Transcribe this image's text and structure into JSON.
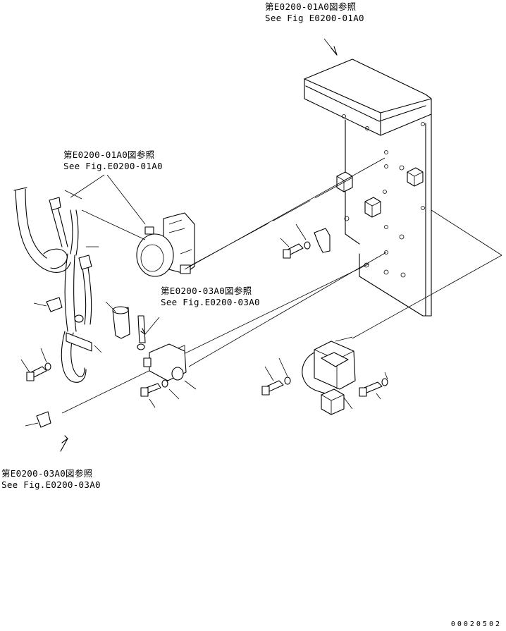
{
  "callouts": [
    {
      "jp": "第E0200-01A0図参照",
      "en": "See Fig E0200-01A0"
    },
    {
      "jp": "第E0200-01A0図参照",
      "en": "See Fig.E0200-01A0"
    },
    {
      "jp": "第E0200-03A0図参照",
      "en": "See Fig.E0200-03A0"
    },
    {
      "jp": "第E0200-03A0図参照",
      "en": "See Fig.E0200-03A0"
    }
  ],
  "figure_number": "00020502"
}
